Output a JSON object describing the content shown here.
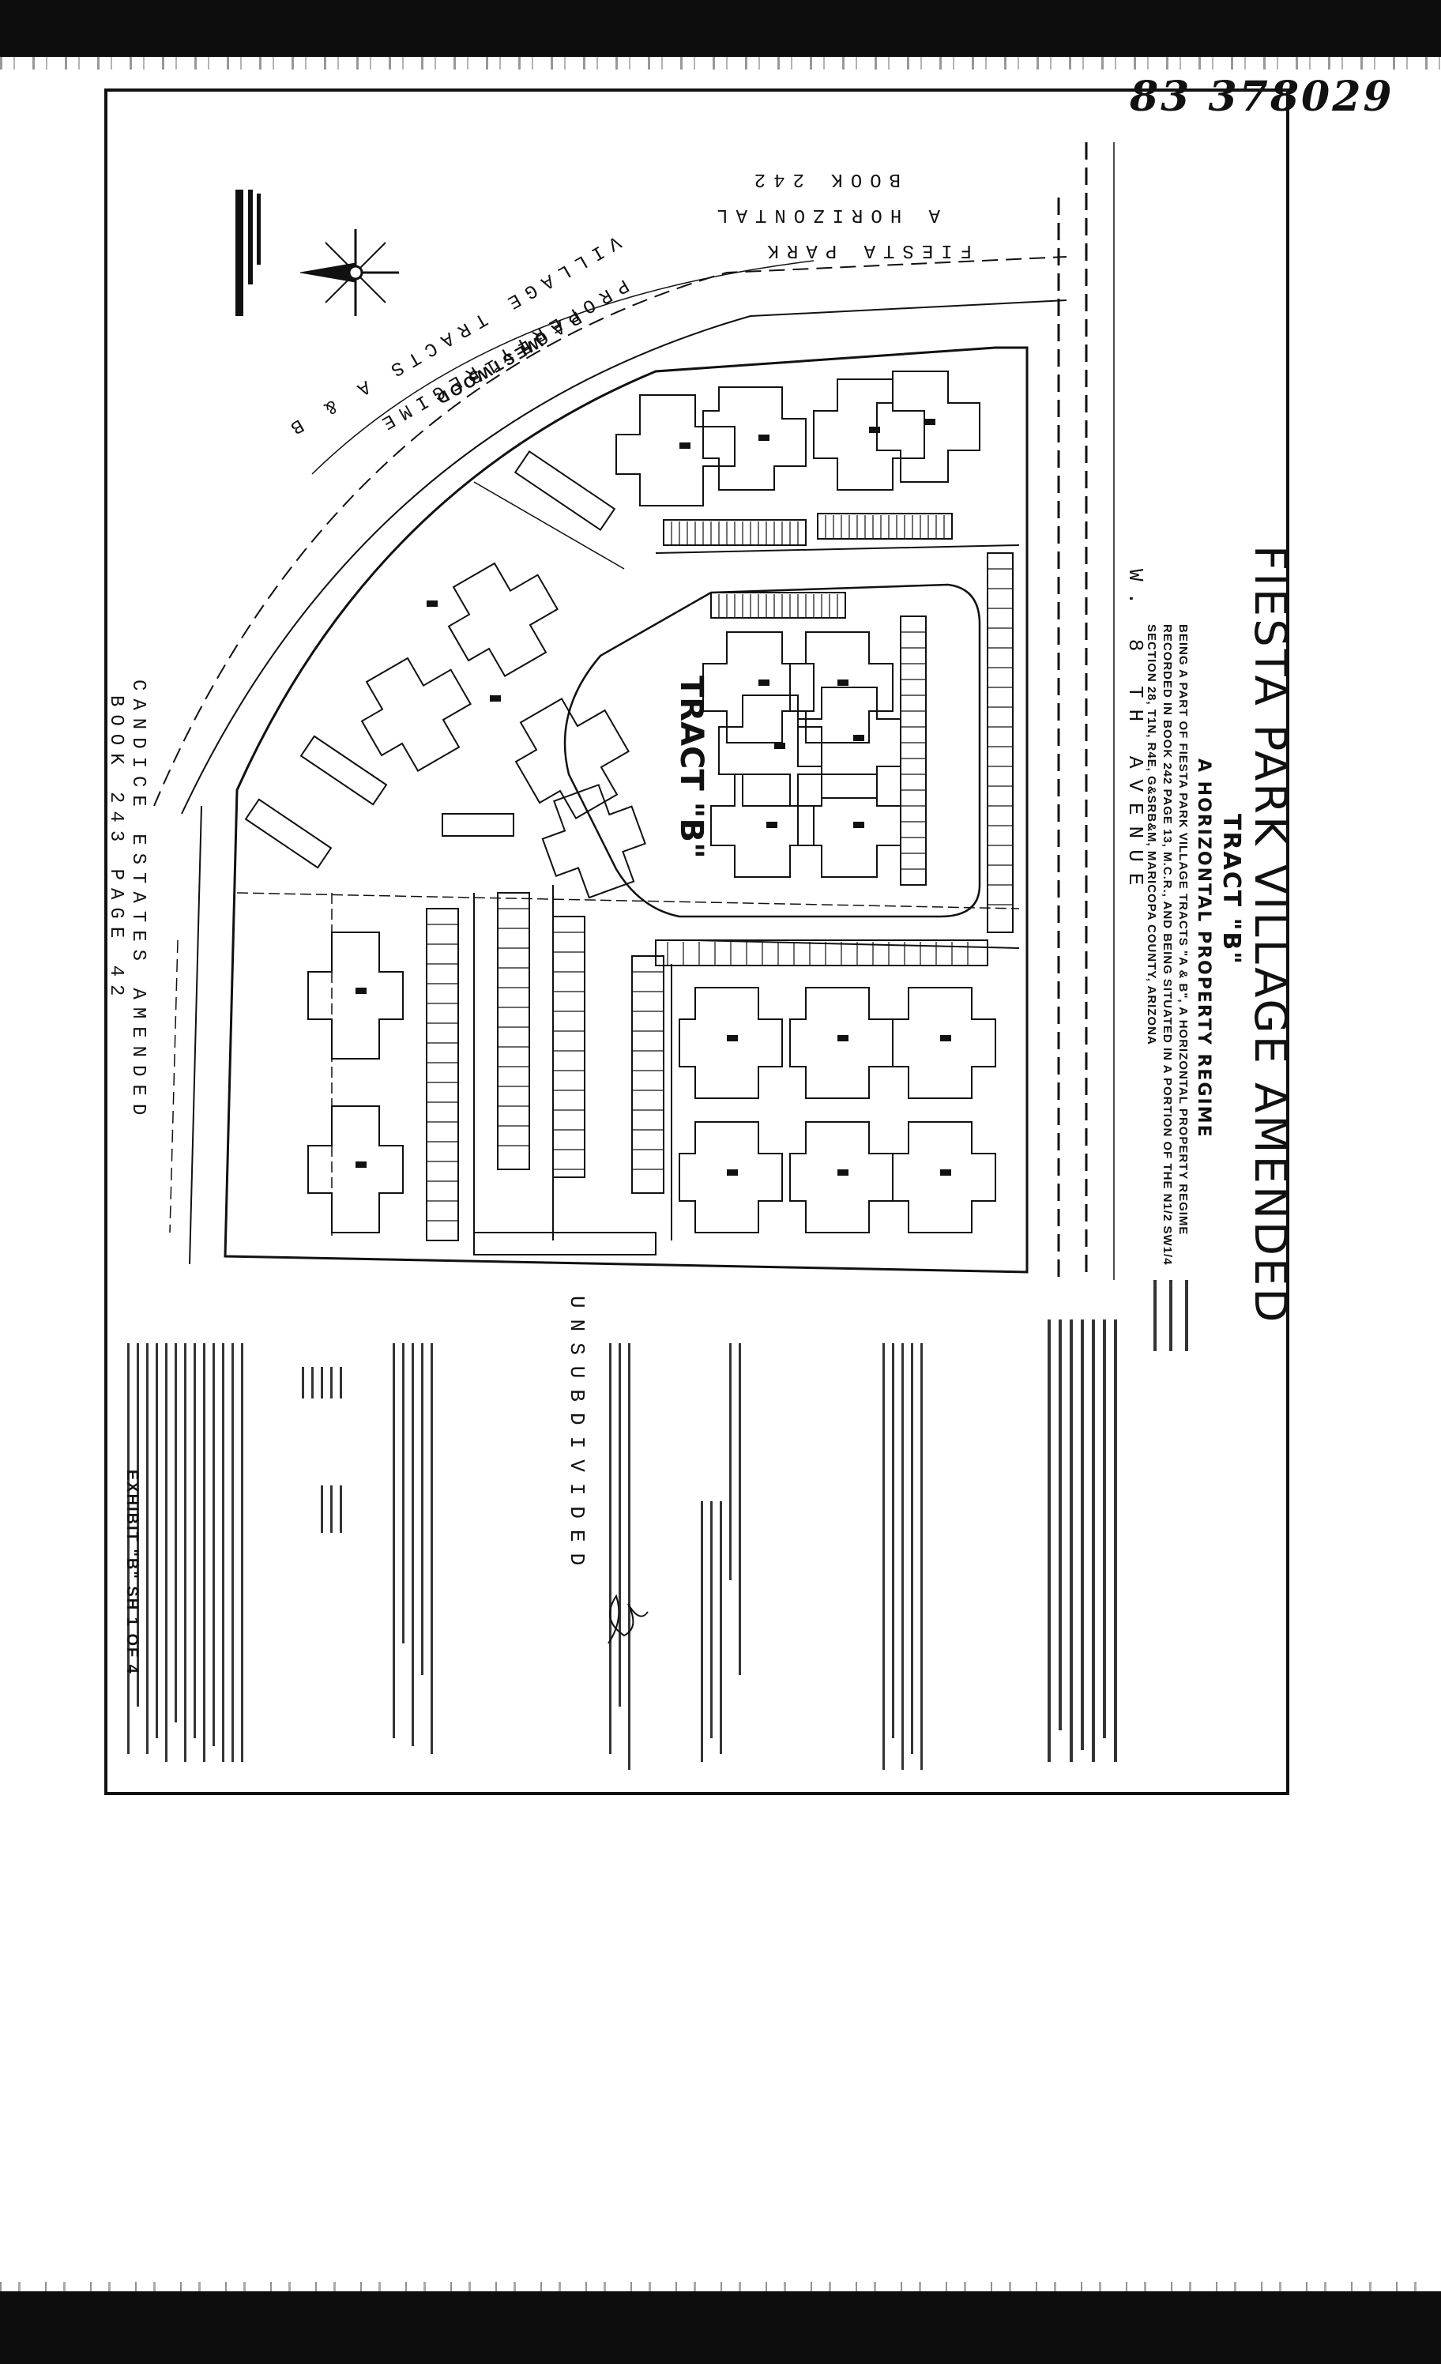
{
  "document_number": "83 378029",
  "title": {
    "main": "FIESTA PARK VILLAGE AMENDED",
    "tract_line": "TRACT \"B\"",
    "regime_line": "A HORIZONTAL PROPERTY REGIME",
    "desc_1": "BEING A PART OF FIESTA PARK VILLAGE TRACTS \"A & B\", A HORIZONTAL PROPERTY REGIME",
    "desc_2": "RECORDED IN BOOK 242 PAGE 13, M.C.R., AND BEING SITUATED IN A PORTION OF THE N1/2 SW1/4",
    "desc_3": "SECTION 28, T1N, R4E, G&SRB&M, MARICOPA COUNTY, ARIZONA"
  },
  "streets": {
    "avenue": "W. 8 TH AVENUE",
    "westwood": "WESTWOOD",
    "unsubdivided": "UNSUBDIVIDED"
  },
  "adjacent_labels": {
    "north": [
      "FIESTA PARK",
      "A HORIZONTAL",
      "BOOK 242"
    ],
    "arc": [
      "VILLAGE TRACTS A & B",
      "PROPERTY REGIME",
      "PAGE 13"
    ],
    "south": [
      "CANDICE ESTATES AMENDED",
      "BOOK 243 PAGE 42"
    ]
  },
  "tract_label": "TRACT \"B\"",
  "exhibit_label": "EXHIBIT \"B\" SH 1 OF 4",
  "icons": {
    "north_arrow": "north-arrow-icon",
    "firm_seal": "engineering-firm-seal-icon",
    "signature": "handwritten-signature-icon"
  },
  "colors": {
    "ink": "#111111",
    "paper": "#ffffff",
    "scan_band": "#0d0d0d"
  }
}
